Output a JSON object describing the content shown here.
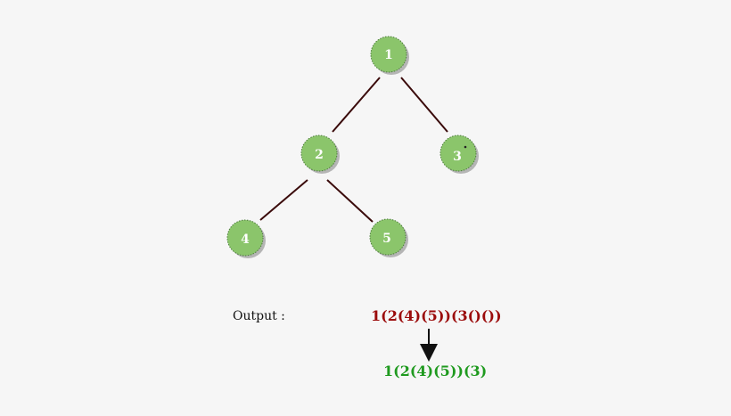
{
  "colors": {
    "background": "#f6f6f6",
    "node_fill": "#8bc56b",
    "node_text": "#ffffff",
    "edge": "#3a0a0a",
    "full_output": "#9b0b0b",
    "short_output": "#1f9a1f",
    "arrow": "#111111"
  },
  "tree": {
    "nodes": [
      {
        "id": "1",
        "label": "1"
      },
      {
        "id": "2",
        "label": "2"
      },
      {
        "id": "3",
        "label": "3"
      },
      {
        "id": "4",
        "label": "4"
      },
      {
        "id": "5",
        "label": "5"
      }
    ],
    "edges": [
      {
        "from": "1",
        "to": "2"
      },
      {
        "from": "1",
        "to": "3"
      },
      {
        "from": "2",
        "to": "4"
      },
      {
        "from": "2",
        "to": "5"
      }
    ]
  },
  "output": {
    "label": "Output :",
    "full": "1(2(4)(5))(3()())",
    "simplified": "1(2(4)(5))(3)"
  }
}
